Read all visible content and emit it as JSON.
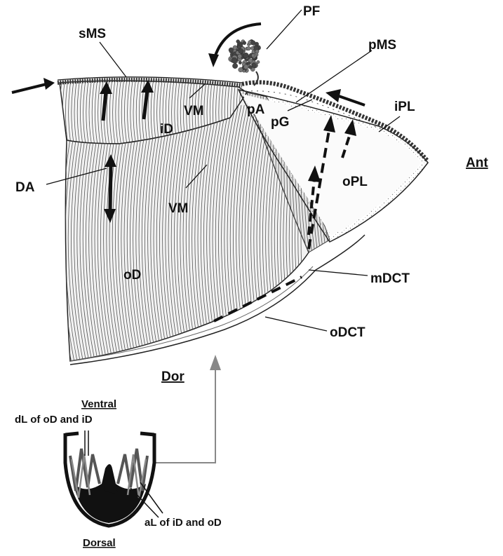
{
  "labels": {
    "sMS": "sMS",
    "PF": "PF",
    "pMS": "pMS",
    "pA": "pA",
    "pG": "pG",
    "iPL": "iPL",
    "iD": "iD",
    "VM_upper": "VM",
    "VM_lower": "VM",
    "DA": "DA",
    "oPL": "oPL",
    "oD": "oD",
    "mDCT": "mDCT",
    "oDCT": "oDCT",
    "Ant": "Ant",
    "Dor": "Dor"
  },
  "inset": {
    "top_label": "Ventral",
    "dl_label": "dL of oD and iD",
    "al_label": "aL of iD and oD",
    "bottom_label": "Dorsal"
  }
}
